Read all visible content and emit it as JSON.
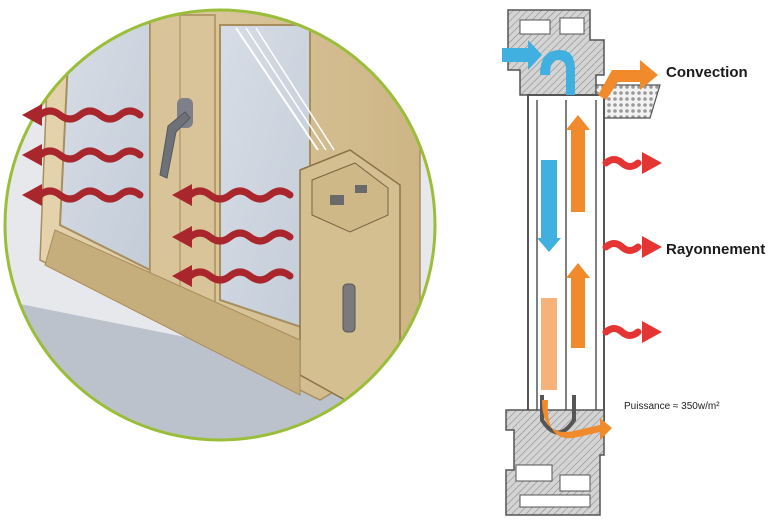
{
  "labels": {
    "convection": "Convection",
    "rayonnement": "Rayonnement",
    "puissance": "Puissance ≈ 350w/m²"
  },
  "colors": {
    "circle_outline": "#9bbe3a",
    "wood": "#d9c49a",
    "wood_dark": "#b89e6e",
    "wall": "#bfc8d6",
    "heat_wave_dark_red": "#a8262c",
    "heat_wave_red": "#e53434",
    "airflow_blue": "#3fb0e0",
    "airflow_orange": "#f08a2a",
    "profile_grey": "#9a9a9a"
  },
  "icons": [
    "heat-wave-arrow-icon",
    "window-handle-icon",
    "hinge-icon",
    "airflow-arrow-icon"
  ]
}
